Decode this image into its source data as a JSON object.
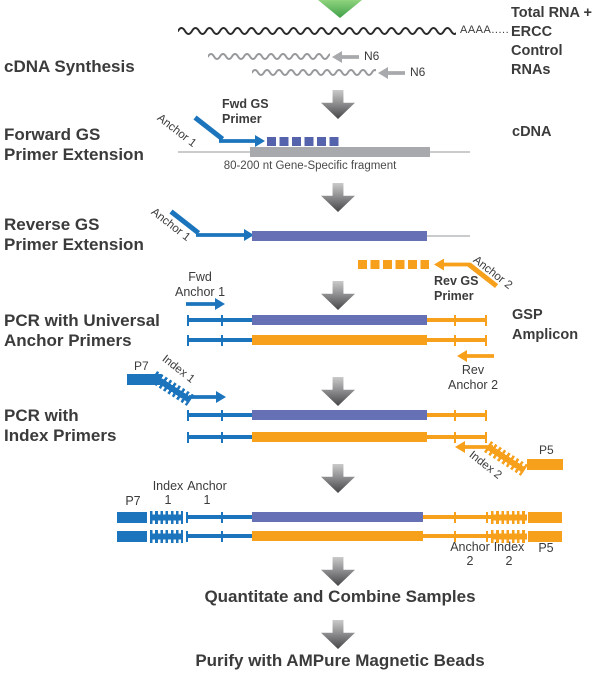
{
  "colors": {
    "primer_blue": "#1C75BC",
    "gsp_slate": "#6670B4",
    "gs_dash_blue": "#5563AC",
    "index_orange": "#F7A01B",
    "cdna_gray": "#A7A9AC",
    "rna_black": "#2B2B2B",
    "rna_gray": "#97999C",
    "text_dark": "#3B3B3C",
    "start_green": "#4FA84F"
  },
  "steps": {
    "step1": "cDNA Synthesis",
    "step2": "Forward GS\nPrimer Extension",
    "step3": "Reverse GS\nPrimer Extension",
    "step4": "PCR with Universal\nAnchor Primers",
    "step5": "PCR with\nIndex Primers"
  },
  "section1": {
    "input_label": "Total RNA +\nERCC Control\nRNAs",
    "poly_a": "AAAA.....",
    "n6_top": "N6",
    "n6_bottom": "N6"
  },
  "section2": {
    "fwd_gs_primer": "Fwd GS\nPrimer",
    "anchor1": "Anchor 1",
    "fragment_note": "80-200 nt Gene-Specific fragment",
    "product": "cDNA"
  },
  "section3": {
    "anchor1": "Anchor 1",
    "anchor2": "Anchor 2",
    "rev_gs_primer": "Rev GS\nPrimer"
  },
  "section4": {
    "fwd_anchor": "Fwd\nAnchor 1",
    "product": "GSP\nAmplicon",
    "rev_anchor": "Rev\nAnchor 2"
  },
  "section5": {
    "p7": "P7",
    "index1": "Index 1",
    "index2": "Index 2",
    "p5": "P5"
  },
  "section6": {
    "p7": "P7",
    "index1": "Index\n1",
    "anchor1": "Anchor\n1",
    "anchor2": "Anchor\n2",
    "index2": "Index\n2",
    "p5": "P5"
  },
  "footer": {
    "step6": "Quantitate and Combine Samples",
    "step7": "Purify with AMPure Magnetic Beads"
  }
}
